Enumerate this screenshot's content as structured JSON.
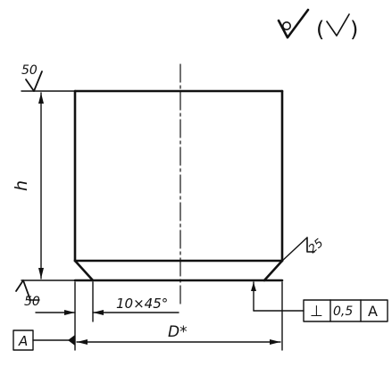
{
  "general_roughness": {
    "open_bracket": "(",
    "close_bracket": ")"
  },
  "roughness_marks": {
    "top_face": "50",
    "bottom_face": "50",
    "chamfer": "25"
  },
  "dimensions": {
    "height": "h",
    "diameter": "D*",
    "chamfer": "10×45°"
  },
  "tolerance_frame": {
    "symbol": "⊥",
    "value": "0,5",
    "datum": "A"
  },
  "datum_label": "A",
  "colors": {
    "ink": "#111111",
    "paper": "#ffffff"
  }
}
